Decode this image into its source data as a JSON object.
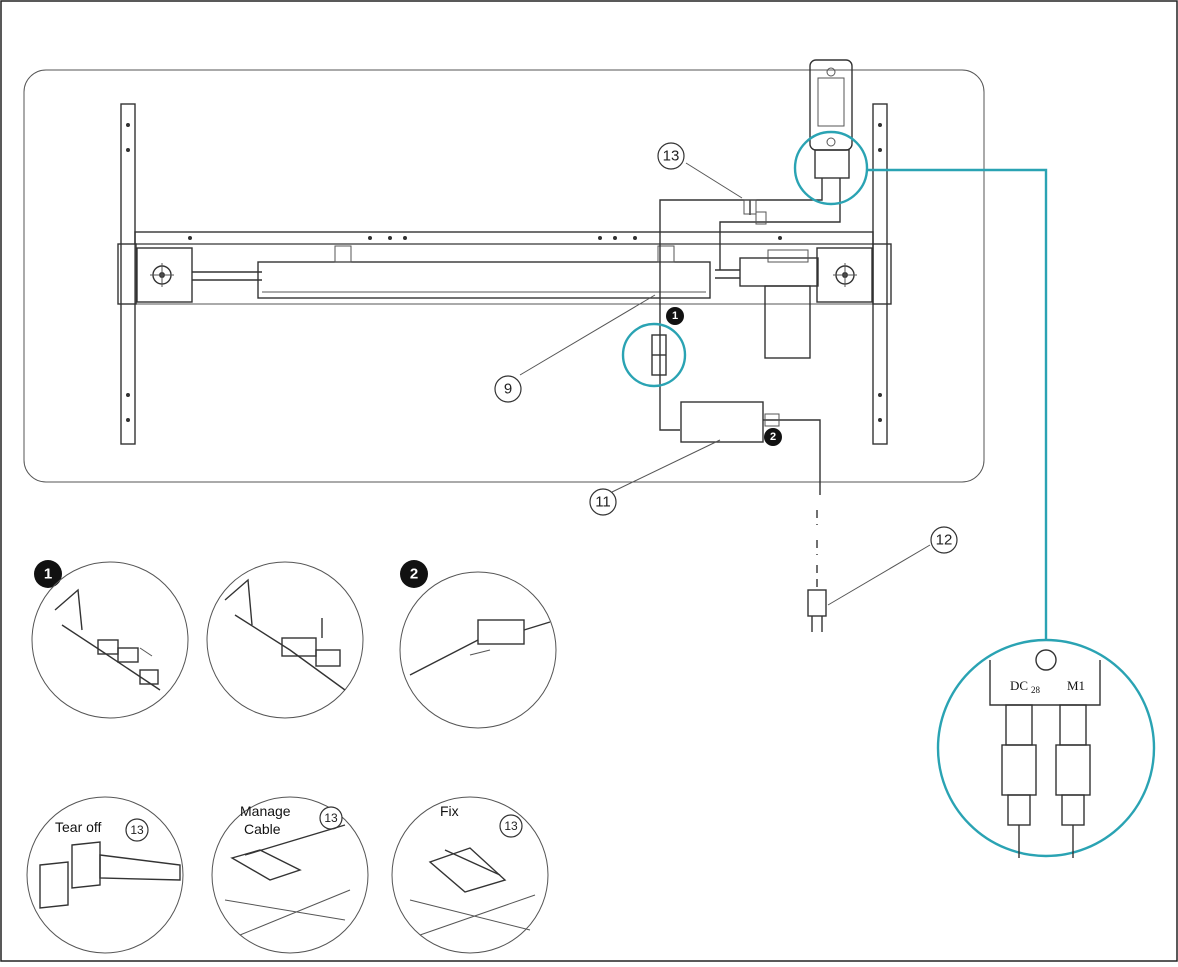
{
  "callouts": {
    "c9": "9",
    "c11": "11",
    "c12": "12",
    "c13": "13"
  },
  "steps": {
    "s1": "1",
    "s2": "2"
  },
  "detail_labels": {
    "tear_off": "Tear off",
    "manage_line1": "Manage",
    "manage_line2": "Cable",
    "fix": "Fix",
    "tag13": "13"
  },
  "zoom": {
    "port_dc": "DC",
    "port_dc_sub": "28",
    "port_m1": "M1"
  },
  "colors": {
    "highlight": "#2aa3b3",
    "line": "#333333"
  }
}
